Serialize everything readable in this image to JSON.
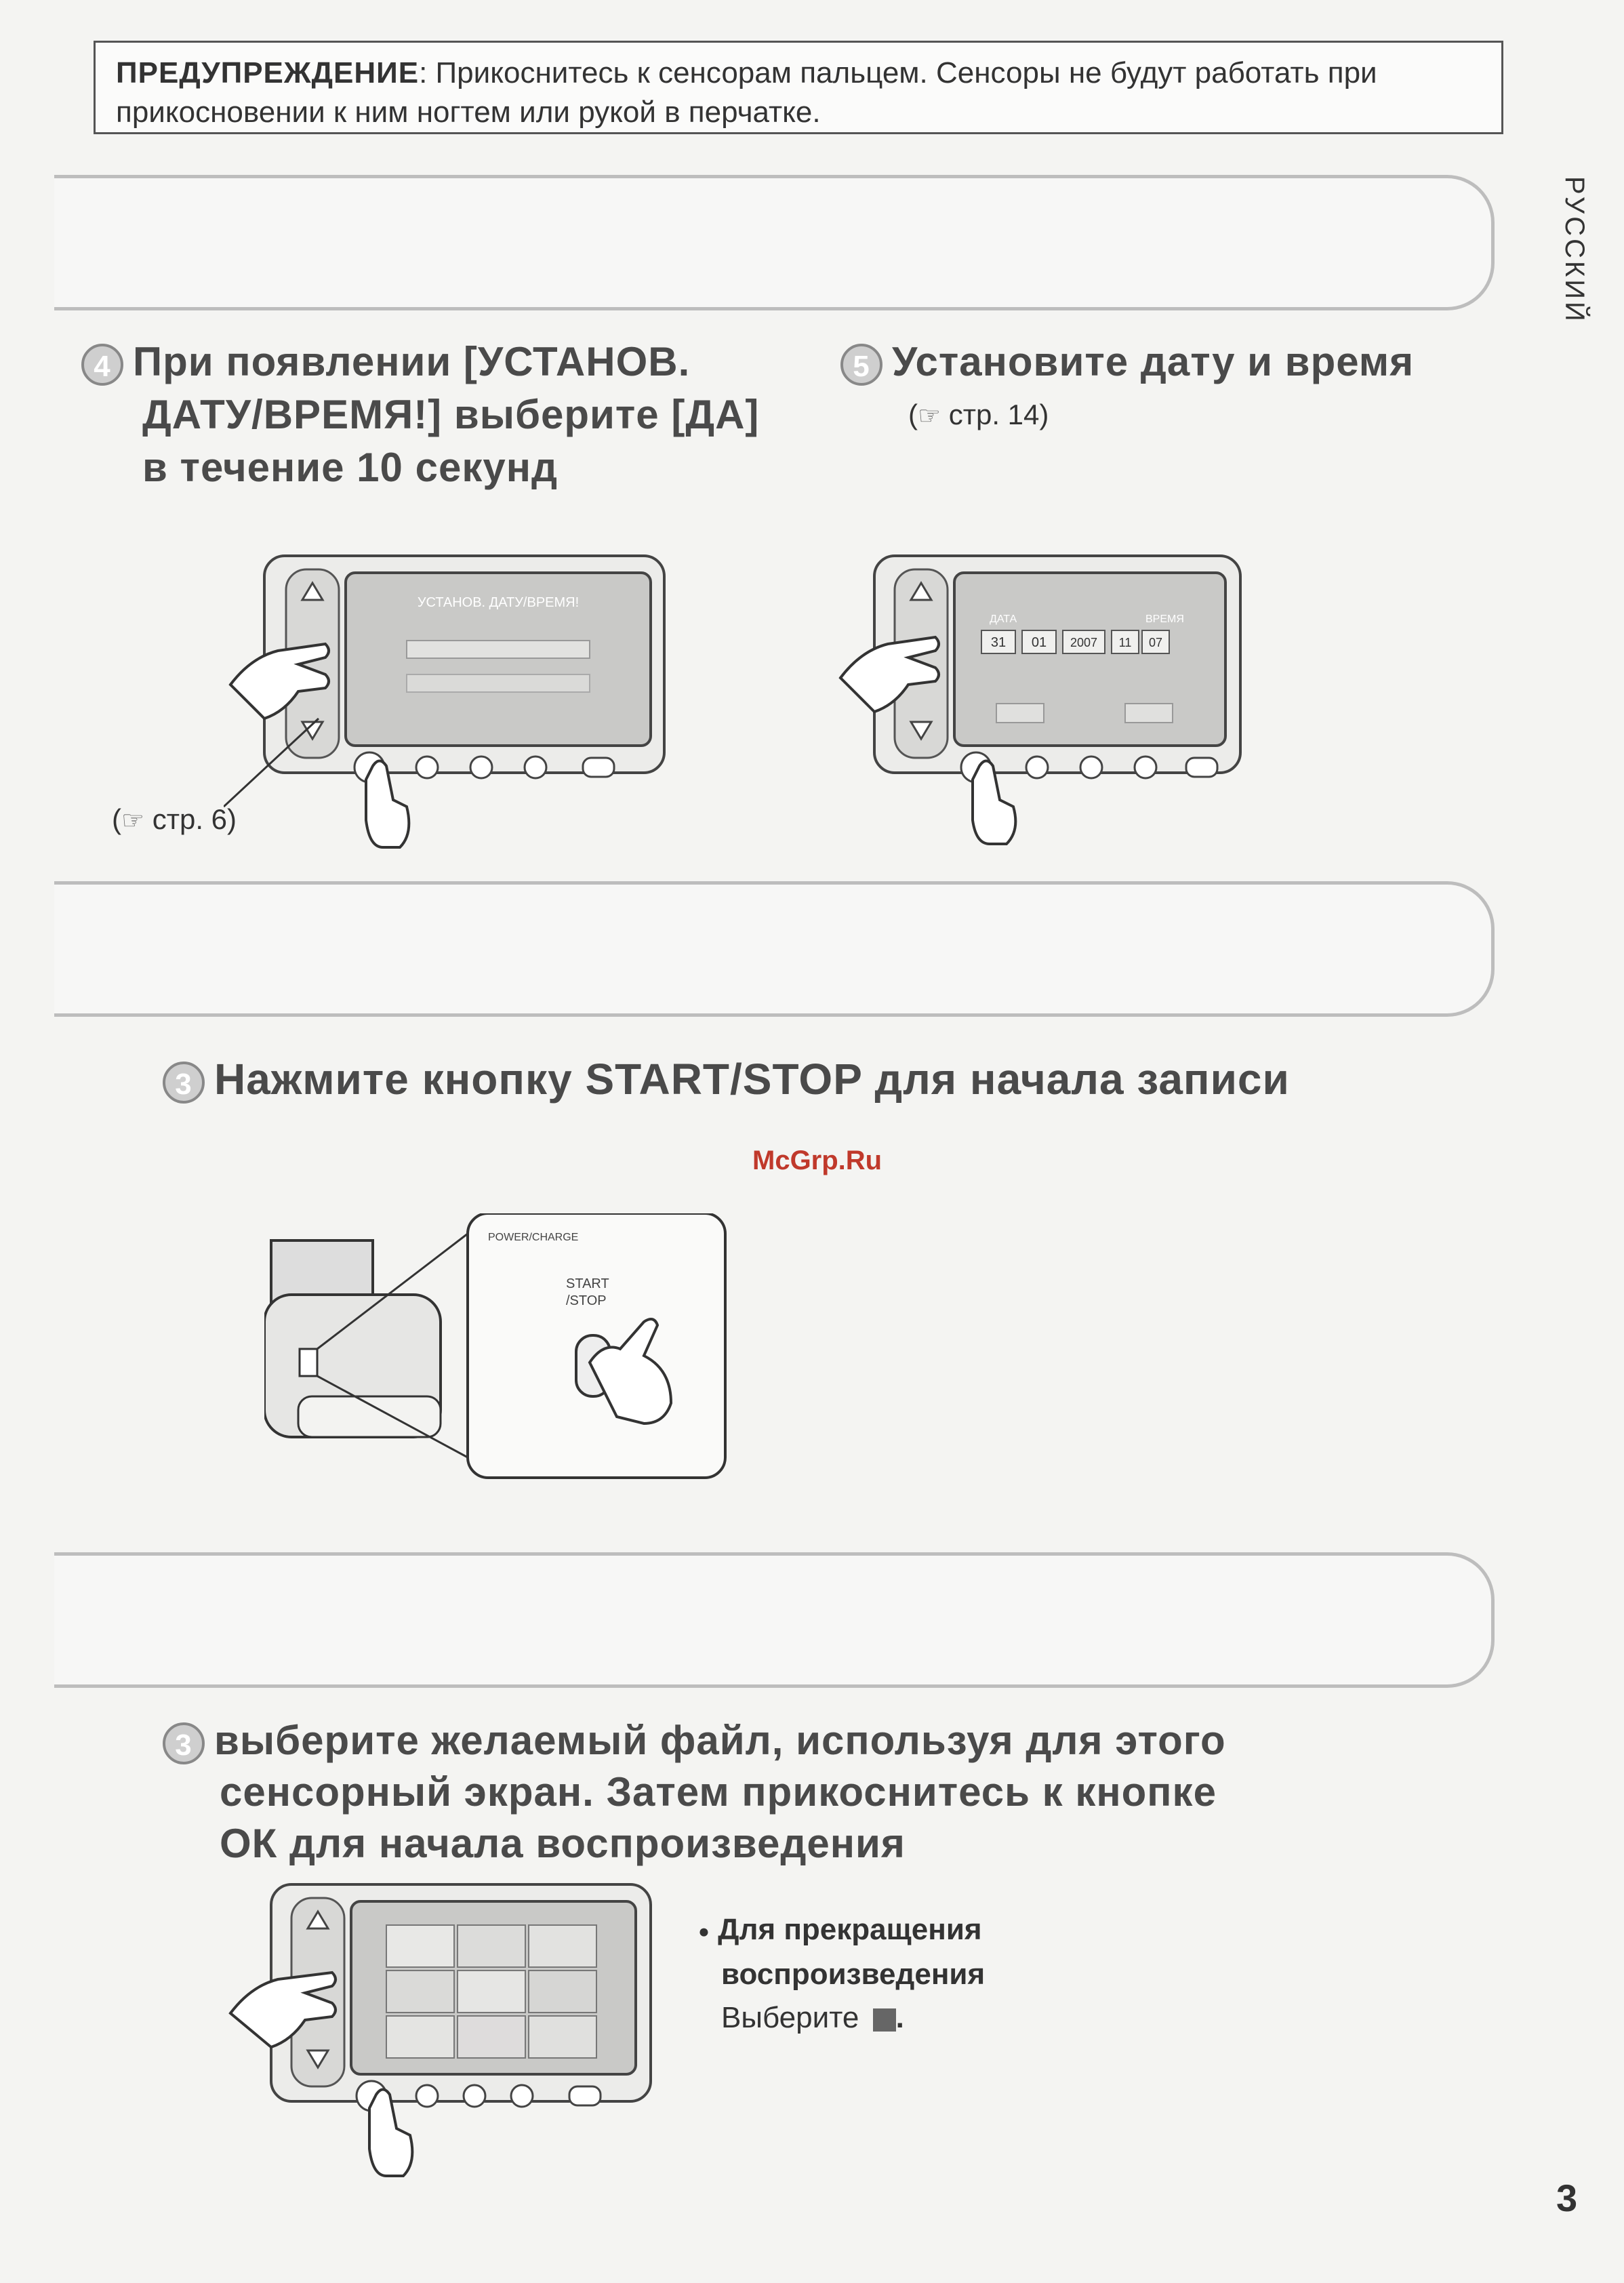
{
  "warning": {
    "lead": "ПРЕДУПРЕЖДЕНИЕ",
    "text": ": Прикоснитесь к сенсорам пальцем. Сенсоры не будут работать при прикосновении к ним ногтем или рукой в перчатке."
  },
  "side_label": "РУССКИЙ",
  "step4": {
    "number": "4",
    "line1": "При появлении [УСТАНОВ.",
    "line2": "ДАТУ/ВРЕМЯ!] выберите [ДА]",
    "line3": "в течение 10 секунд",
    "ref": "стр. 6",
    "screen_title": "УСТАНОВ. ДАТУ/ВРЕМЯ!"
  },
  "step5": {
    "number": "5",
    "title": "Установите дату и время",
    "ref": "стр. 14",
    "date_label": "ДАТА",
    "time_label": "ВРЕМЯ",
    "day": "31",
    "month": "01",
    "year": "2007",
    "hour": "11",
    "minute": "07"
  },
  "step3_record": {
    "number": "3",
    "title": "Нажмите кнопку START/STOP для начала записи",
    "button_label_1": "START",
    "button_label_2": "/STOP",
    "top_label": "POWER/CHARGE"
  },
  "watermark": "McGrp.Ru",
  "step3_play": {
    "number": "3",
    "line1": "выберите желаемый файл, используя для этого",
    "line2": "сенсорный экран. Затем прикоснитесь к кнопке",
    "line3": "ОК для начала воспроизведения",
    "bullet_line1": "Для прекращения",
    "bullet_line2": "воспроизведения",
    "bullet_line3": "Выберите"
  },
  "ref_prefix": "☞",
  "page_number": "3"
}
